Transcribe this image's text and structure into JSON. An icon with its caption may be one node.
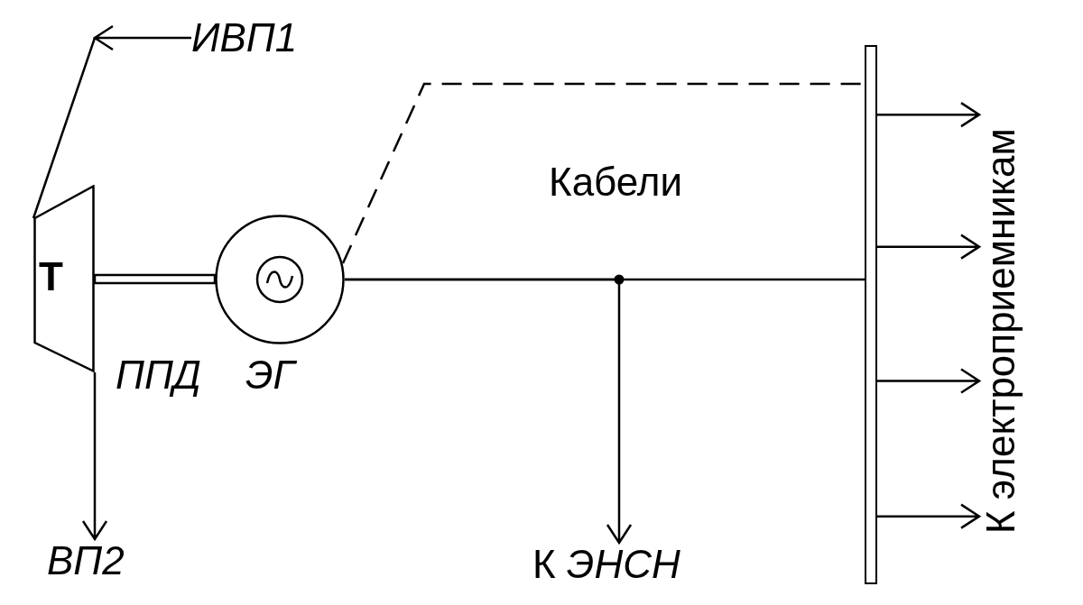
{
  "diagram": {
    "nodes": [
      {
        "text": [
          "Т"
        ],
        "beside": [
          "ППД"
        ]
      },
      {
        "text": [],
        "shape": "circle",
        "beside": [
          "ЭГ"
        ]
      },
      {
        "text": [],
        "shape": "bar"
      },
      {
        "text": [
          "ИВП1"
        ]
      },
      {
        "text": [
          "ВП2"
        ]
      },
      {
        "text": [
          "К *ЭНСН*"
        ]
      },
      {
        "text": [
          "К электроприемникам"
        ]
      }
    ],
    "edges": [
      {
        "from": 3,
        "to": 0,
        "arrow": "to"
      },
      {
        "from": 0,
        "to": 4,
        "arrow": "to"
      },
      {
        "from": 0,
        "to": 1,
        "arrow": "none"
      },
      {
        "from": 1,
        "to": 2,
        "arrow": "none",
        "style": "dashed"
      },
      {
        "from": 1,
        "to": 2,
        "arrow": "none"
      },
      {
        "from": 1,
        "to": 5,
        "arrow": "to"
      },
      {
        "from": 2,
        "to": 6,
        "arrow": "to"
      },
      {
        "from": 2,
        "to": 6,
        "arrow": "to"
      },
      {
        "from": 2,
        "to": 6,
        "arrow": "to"
      },
      {
        "from": 2,
        "to": 6,
        "arrow": "to"
      }
    ],
    "labels": [
      "Кабели"
    ]
  }
}
